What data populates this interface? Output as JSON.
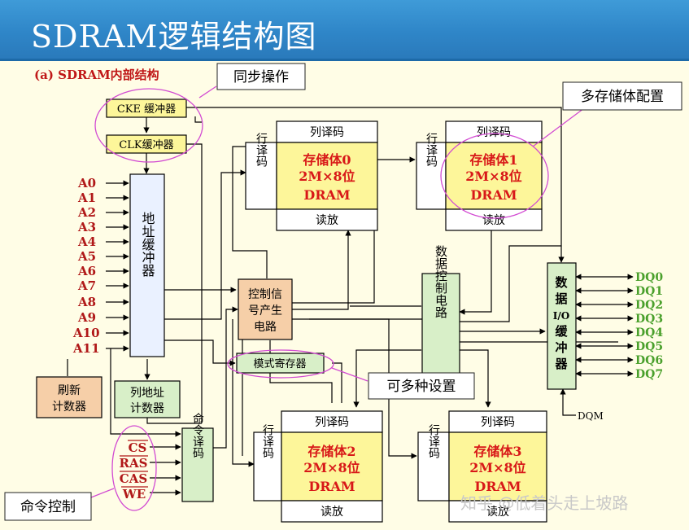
{
  "title": "SDRAM逻辑结构图",
  "subtitle": "(a) SDRAM内部结构",
  "callouts": {
    "sync": "同步操作",
    "multibank": "多存储体配置",
    "mode": "可多种设置",
    "cmd": "命令控制"
  },
  "buffers": {
    "cke": "CKE 缓冲器",
    "clk": "CLK缓冲器"
  },
  "address_pins": [
    "A0",
    "A1",
    "A2",
    "A3",
    "A4",
    "A5",
    "A6",
    "A7",
    "A8",
    "A9",
    "A10",
    "A11"
  ],
  "address_buffer": "地址缓冲器",
  "refresh_counter": [
    "刷新",
    "计数器"
  ],
  "col_addr_counter": [
    "列地址",
    "计数器"
  ],
  "command_pins": [
    "CS",
    "RAS",
    "CAS",
    "WE"
  ],
  "command_decoder": "命令译码",
  "control_circuit": [
    "控制信",
    "号产生",
    "电路"
  ],
  "mode_register": "模式寄存器",
  "data_control": "数据控制电路",
  "io_buffer": [
    "数",
    "据",
    "I/O",
    "缓",
    "冲",
    "器"
  ],
  "dq_pins": [
    "DQ0",
    "DQ1",
    "DQ2",
    "DQ3",
    "DQ4",
    "DQ5",
    "DQ6",
    "DQ7"
  ],
  "dqm": "DQM",
  "banks": [
    {
      "col": "列译码",
      "row": "行译码",
      "name": "存储体0",
      "size": "2M×8位",
      "type": "DRAM",
      "sense": "读放"
    },
    {
      "col": "列译码",
      "row": "行译码",
      "name": "存储体1",
      "size": "2M×8位",
      "type": "DRAM",
      "sense": "读放"
    },
    {
      "col": "列译码",
      "row": "行译码",
      "name": "存储体2",
      "size": "2M×8位",
      "type": "DRAM",
      "sense": "读放"
    },
    {
      "col": "列译码",
      "row": "行译码",
      "name": "存储体3",
      "size": "2M×8位",
      "type": "DRAM",
      "sense": "读放"
    }
  ],
  "watermark": "知乎 @低着头走上坡路",
  "colors": {
    "header": "#2f86c8",
    "pin_red": "#b01818",
    "dq_green": "#4aa02c",
    "callout_pink": "#d24bd2",
    "bank_yellow": "#fdf69a",
    "box_orange": "#f6cfa8",
    "box_green": "#d8efc8",
    "box_blue": "#eaf1ff"
  }
}
